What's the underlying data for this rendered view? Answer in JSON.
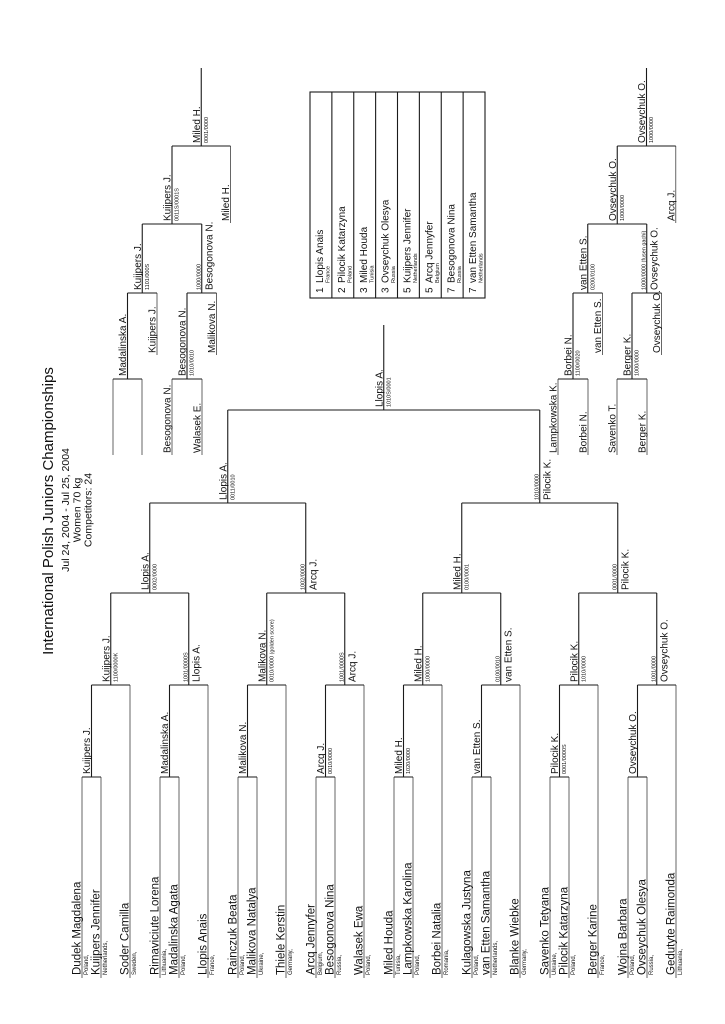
{
  "title": {
    "event": "International Polish Juniors Championships",
    "dates": "Jul 24, 2004 - Jul 25, 2004",
    "category": "Women 70 kg",
    "competitors": "Competitors: 24"
  },
  "competitors": [
    {
      "name": "Dudek Magdalena",
      "country": "Poland,"
    },
    {
      "name": "Kuijpers Jennifer",
      "country": "Netherlands,"
    },
    {
      "name": "Soder Camilla",
      "country": "Sweden,"
    },
    {
      "name": "Rimaviciute Lorena",
      "country": "Lithuania,"
    },
    {
      "name": "Madalinska Agata",
      "country": "Poland,"
    },
    {
      "name": "Llopis Anais",
      "country": "France,"
    },
    {
      "name": "Rainczuk Beata",
      "country": "Poland,"
    },
    {
      "name": "Malikova Natalya",
      "country": "Ukraine,"
    },
    {
      "name": "Thiele Kerstin",
      "country": "Germany,"
    },
    {
      "name": "Arcq Jennyfer",
      "country": "Belgium,"
    },
    {
      "name": "Besogonova Nina",
      "country": "Russia,"
    },
    {
      "name": "Walasek Ewa",
      "country": "Poland,"
    },
    {
      "name": "Miled Houda",
      "country": "Tunisia,"
    },
    {
      "name": "Lampkowska Karolina",
      "country": "Poland,"
    },
    {
      "name": "Borbei Natalia",
      "country": "Romania,"
    },
    {
      "name": "Kulagowska Justyna",
      "country": "Poland,"
    },
    {
      "name": "van Etten Samantha",
      "country": "Netherlands,"
    },
    {
      "name": "Blanke Wiebke",
      "country": "Germany,"
    },
    {
      "name": "Savenko Tetyana",
      "country": "Ukraine,"
    },
    {
      "name": "Pilocik Katarzyna",
      "country": "Poland,"
    },
    {
      "name": "Berger Karine",
      "country": "France,"
    },
    {
      "name": "Wojna Barbara",
      "country": "Poland,"
    },
    {
      "name": "Ovseychuk Olesya",
      "country": "Russia,"
    },
    {
      "name": "Gedutyte Raimonda",
      "country": "Lithuania,"
    }
  ],
  "main": {
    "round1": [
      {
        "winner": "Kuijpers J.",
        "score": ""
      },
      {
        "winner": "Madalinska A.",
        "score": ""
      },
      {
        "winner": "Malikova N.",
        "score": ""
      },
      {
        "winner": "Arcq J.",
        "score": "0010/0000"
      },
      {
        "winner": "Miled H.",
        "score": "1020/0000"
      },
      {
        "winner": "van Etten S.",
        "score": ""
      },
      {
        "winner": "Pilocik K.",
        "score": "0001/0000S"
      },
      {
        "winner": "Ovseychuk O.",
        "score": ""
      }
    ],
    "round2": [
      {
        "winner": "Kuijpers J.",
        "score": "1100/0000K"
      },
      {
        "winner": "Llopis A.",
        "score": "1001/0000S"
      },
      {
        "winner": "Malikova N.",
        "score": "0010/0000 (golden score)"
      },
      {
        "winner": "Arcq J.",
        "score": "1001/0000S"
      },
      {
        "winner": "Miled H.",
        "score": "1000/0000"
      },
      {
        "winner": "van Etten S.",
        "score": "0100/0010"
      },
      {
        "winner": "Pilocik K.",
        "score": "1010/0000"
      },
      {
        "winner": "Ovseychuk O.",
        "score": "1001/0000"
      }
    ],
    "round3": [
      {
        "winner": "Llopis A.",
        "score": "0002/0000"
      },
      {
        "winner": "Arcq J.",
        "score": "1002/0000"
      },
      {
        "winner": "Miled H.",
        "score": "0100/0001"
      },
      {
        "winner": "Pilocik K.",
        "score": "0001/0000"
      }
    ],
    "round4": [
      {
        "winner": "Llopis A.",
        "score": "0011/0010"
      },
      {
        "winner": "Pilocik K.",
        "score": "1010/0000"
      }
    ],
    "final": {
      "winner": "Llopis A.",
      "score": "1010S/0001"
    }
  },
  "repechage_left": {
    "entries": [
      "",
      "",
      "Besogonova N.",
      "Walasek E."
    ],
    "round1": [
      {
        "winner": "Madalinska A.",
        "score": ""
      },
      {
        "winner": "Besogonova N.",
        "score": "1010/0010"
      }
    ],
    "round2_entrants": [
      "Kuijpers J.",
      "Malikova N."
    ],
    "round2": [
      {
        "winner": "Kuijpers J.",
        "score": "1101/000S"
      },
      {
        "winner": "Besogonova N.",
        "score": "1000/0000"
      }
    ],
    "round3": {
      "winner": "Kuijpers J.",
      "score": "0011S/0001S"
    },
    "round4_entrant": "Miled H.",
    "round4": {
      "winner": "Miled H.",
      "score": "0001/0000"
    }
  },
  "repechage_right": {
    "entries": [
      "Lampkowska K.",
      "Borbei N.",
      "Savenko T.",
      "Berger K."
    ],
    "round1": [
      {
        "winner": "Borbei N.",
        "score": "1100/0020"
      },
      {
        "winner": "Berger K.",
        "score": "1000/0000"
      }
    ],
    "round2_entrants": [
      "van Etten S.",
      "Ovseychuk O."
    ],
    "round2": [
      {
        "winner": "van Etten S.",
        "score": "0200/0100"
      },
      {
        "winner": "Ovseychuk O.",
        "score": "1000/0000 (fusen gachi)"
      }
    ],
    "round3": {
      "winner": "Ovseychuk O.",
      "score": "1000/0000"
    },
    "round4_entrant": "Arcq J.",
    "round4": {
      "winner": "Ovseychuk O.",
      "score": "1000/0000"
    }
  },
  "results": [
    {
      "rank": "1",
      "name": "Llopis Anais",
      "country": "France"
    },
    {
      "rank": "2",
      "name": "Pilocik Katarzyna",
      "country": "Poland"
    },
    {
      "rank": "3",
      "name": "Miled Houda",
      "country": "Tunisia"
    },
    {
      "rank": "3",
      "name": "Ovseychuk Olesya",
      "country": "Russia"
    },
    {
      "rank": "5",
      "name": "Kuijpers Jennifer",
      "country": "Netherlands"
    },
    {
      "rank": "5",
      "name": "Arcq Jennyfer",
      "country": "Belgium"
    },
    {
      "rank": "7",
      "name": "Besogonova Nina",
      "country": "Russia"
    },
    {
      "rank": "7",
      "name": "van Etten Samantha",
      "country": "Netherlands"
    }
  ]
}
